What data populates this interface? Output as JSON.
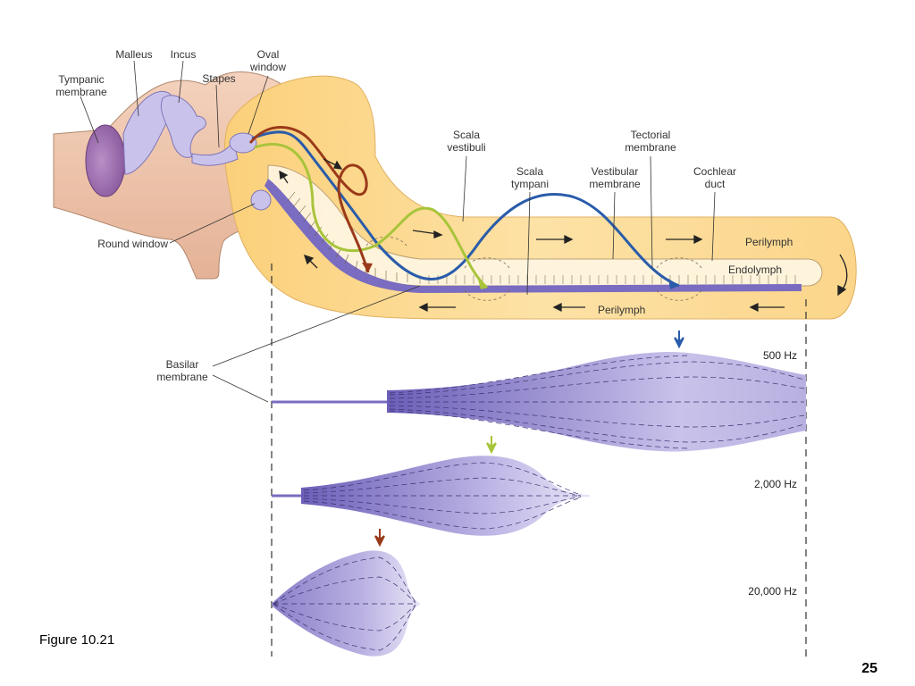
{
  "figure": {
    "caption": "Figure 10.21",
    "page_number": "25"
  },
  "anatomy_labels": {
    "malleus": "Malleus",
    "incus": "Incus",
    "oval_window_1": "Oval",
    "oval_window_2": "window",
    "tympanic_1": "Tympanic",
    "tympanic_2": "membrane",
    "stapes": "Stapes",
    "round_window": "Round window",
    "scala_vestibuli_1": "Scala",
    "scala_vestibuli_2": "vestibuli",
    "tectorial_1": "Tectorial",
    "tectorial_2": "membrane",
    "scala_tympani_1": "Scala",
    "scala_tympani_2": "tympani",
    "vestibular_1": "Vestibular",
    "vestibular_2": "membrane",
    "cochlear_duct_1": "Cochlear",
    "cochlear_duct_2": "duct",
    "perilymph_upper": "Perilymph",
    "endolymph": "Endolymph",
    "perilymph_lower": "Perilymph",
    "basilar_1": "Basilar",
    "basilar_2": "membrane"
  },
  "frequency_panels": [
    {
      "label": "500 Hz",
      "arrow_color": "#2a5caa"
    },
    {
      "label": "2,000 Hz",
      "arrow_color": "#a8c43a"
    },
    {
      "label": "20,000 Hz",
      "arrow_color": "#9a3a1a"
    }
  ],
  "colors": {
    "cochlea_fill": "#fbd98a",
    "bone_fill": "#efc4a8",
    "membrane_purple": "#7a6cc0",
    "wave_500": "#2a5caa",
    "wave_2000": "#a8c43a",
    "wave_20000": "#9a3a1a"
  }
}
